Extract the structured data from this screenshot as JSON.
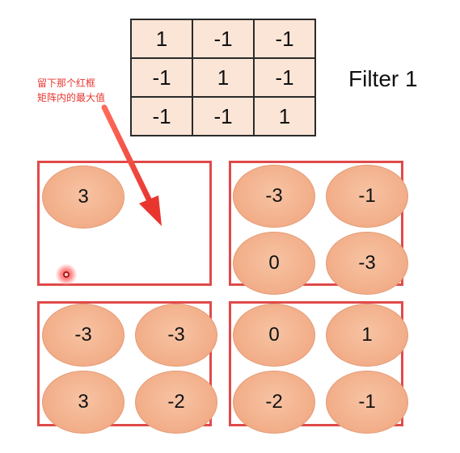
{
  "filter": {
    "label": "Filter 1",
    "rows": [
      [
        "1",
        "-1",
        "-1"
      ],
      [
        "-1",
        "1",
        "-1"
      ],
      [
        "-1",
        "-1",
        "1"
      ]
    ]
  },
  "annotation": {
    "line1": "留下那个红框",
    "line2": "矩阵内的最大值",
    "color": "#e8362f"
  },
  "pools": {
    "top_left": [
      "3"
    ],
    "top_right": [
      "-3",
      "-1",
      "0",
      "-3"
    ],
    "bottom_left": [
      "-3",
      "-3",
      "3",
      "-2"
    ],
    "bottom_right": [
      "0",
      "1",
      "-2",
      "-1"
    ]
  },
  "colors": {
    "box_border": "#e04a4a",
    "circle_fill": "#f2ad88",
    "filter_cell": "#fbe5d6"
  }
}
